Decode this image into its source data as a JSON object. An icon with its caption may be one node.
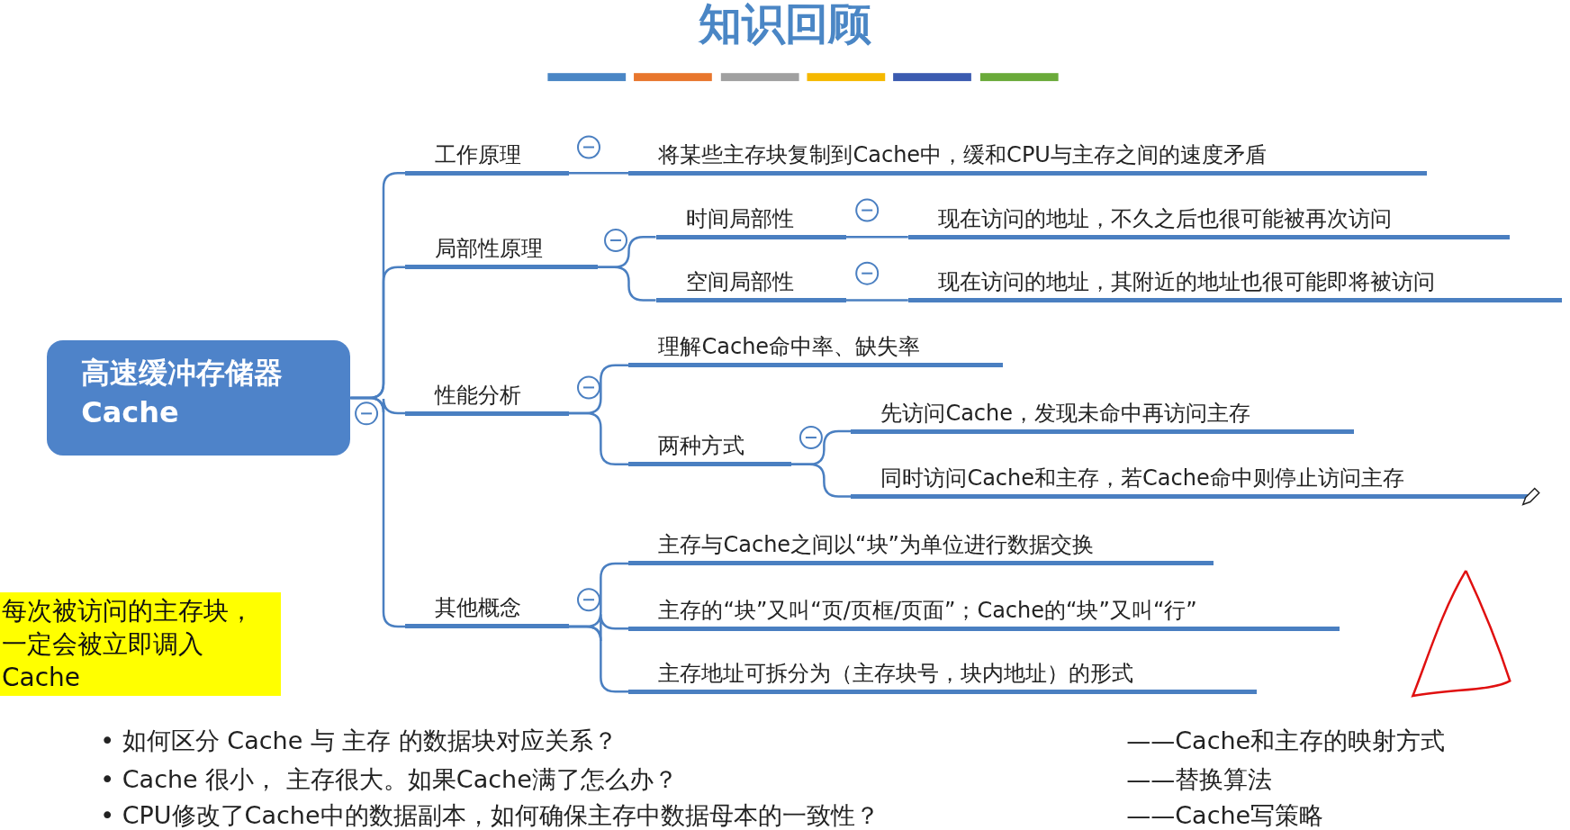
{
  "diagram": {
    "title": "知识回顾",
    "nodes": [
      {
        "text": [
          "高速缓冲存储器 Cache"
        ]
      },
      {
        "text": [
          "工作原理"
        ]
      },
      {
        "text": [
          "将某些主存块复制到Cache中，缓和CPU与主存之间的速度矛盾"
        ]
      },
      {
        "text": [
          "局部性原理"
        ]
      },
      {
        "text": [
          "时间局部性"
        ]
      },
      {
        "text": [
          "现在访问的地址，不久之后也很可能被再次访问"
        ]
      },
      {
        "text": [
          "空间局部性"
        ]
      },
      {
        "text": [
          "现在访问的地址，其附近的地址也很可能即将被访问"
        ]
      },
      {
        "text": [
          "性能分析"
        ]
      },
      {
        "text": [
          "理解Cache命中率、缺失率"
        ]
      },
      {
        "text": [
          "两种方式"
        ]
      },
      {
        "text": [
          "先访问Cache，发现未命中再访问主存"
        ]
      },
      {
        "text": [
          "同时访问Cache和主存，若Cache命中则停止访问主存"
        ]
      },
      {
        "text": [
          "其他概念"
        ]
      },
      {
        "text": [
          "主存与Cache之间以“块”为单位进行数据交换"
        ]
      },
      {
        "text": [
          "主存的“块”又叫“页/页框/页面”；Cache的“块”又叫“行”"
        ]
      },
      {
        "text": [
          "主存地址可拆分为（主存块号，块内地址）的形式"
        ]
      },
      {
        "text": [
          "每次被访问的主存块，一定会被立即调入Cache"
        ]
      }
    ],
    "edges": [
      {
        "from": 0,
        "to": 1,
        "arrow": "none"
      },
      {
        "from": 0,
        "to": 3,
        "arrow": "none"
      },
      {
        "from": 0,
        "to": 8,
        "arrow": "none"
      },
      {
        "from": 0,
        "to": 13,
        "arrow": "none"
      },
      {
        "from": 1,
        "to": 2,
        "arrow": "none"
      },
      {
        "from": 3,
        "to": 4,
        "arrow": "none"
      },
      {
        "from": 3,
        "to": 6,
        "arrow": "none"
      },
      {
        "from": 4,
        "to": 5,
        "arrow": "none"
      },
      {
        "from": 6,
        "to": 7,
        "arrow": "none"
      },
      {
        "from": 8,
        "to": 9,
        "arrow": "none"
      },
      {
        "from": 8,
        "to": 10,
        "arrow": "none"
      },
      {
        "from": 10,
        "to": 11,
        "arrow": "none"
      },
      {
        "from": 10,
        "to": 12,
        "arrow": "none"
      },
      {
        "from": 13,
        "to": 14,
        "arrow": "none"
      },
      {
        "from": 13,
        "to": 15,
        "arrow": "none"
      },
      {
        "from": 13,
        "to": 16,
        "arrow": "none"
      }
    ],
    "labels": [
      "• 如何区分 Cache 与 主存 的数据块对应关系？",
      "——Cache和主存的映射方式",
      "• Cache 很小， 主存很大。如果Cache满了怎么办？",
      "——替换算法",
      "• CPU修改了Cache中的数据副本，如何确保主存中数据母本的一致性？",
      "——Cache写策略"
    ]
  }
}
